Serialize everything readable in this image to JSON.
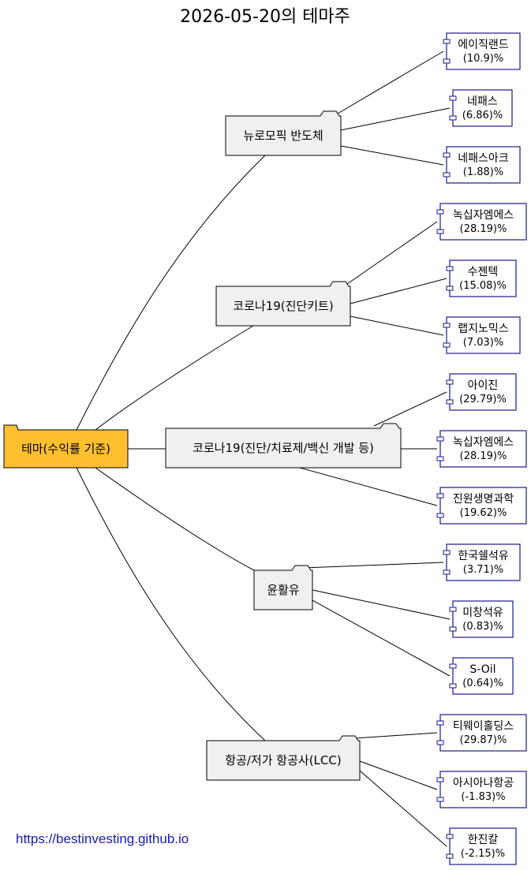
{
  "title": "2026-05-20의 테마주",
  "root": {
    "label": "테마(수익률 기준)",
    "color": "#ffbf2e"
  },
  "footer_link": "https://bestinvesting.github.io",
  "colors": {
    "folder_fill": "#f0f0f0",
    "leaf_border": "#1a1a8c"
  },
  "themes": [
    {
      "label": "뉴로모픽 반도체",
      "stocks": [
        {
          "name": "에이직랜드",
          "ret": "(10.9)%"
        },
        {
          "name": "네패스",
          "ret": "(6.86)%"
        },
        {
          "name": "네패스아크",
          "ret": "(1.88)%"
        }
      ]
    },
    {
      "label": "코로나19(진단키트)",
      "stocks": [
        {
          "name": "녹십자엠에스",
          "ret": "(28.19)%"
        },
        {
          "name": "수젠텍",
          "ret": "(15.08)%"
        },
        {
          "name": "랩지노믹스",
          "ret": "(7.03)%"
        }
      ]
    },
    {
      "label": "코로나19(진단/치료제/백신 개발 등)",
      "stocks": [
        {
          "name": "아이진",
          "ret": "(29.79)%"
        },
        {
          "name": "녹십자엠에스",
          "ret": "(28.19)%"
        },
        {
          "name": "진원생명과학",
          "ret": "(19.62)%"
        }
      ]
    },
    {
      "label": "윤활유",
      "stocks": [
        {
          "name": "한국쉘석유",
          "ret": "(3.71)%"
        },
        {
          "name": "미창석유",
          "ret": "(0.83)%"
        },
        {
          "name": "S-Oil",
          "ret": "(0.64)%"
        }
      ]
    },
    {
      "label": "항공/저가 항공사(LCC)",
      "stocks": [
        {
          "name": "티웨이홀딩스",
          "ret": "(29.87)%"
        },
        {
          "name": "아시아나항공",
          "ret": "(-1.83)%"
        },
        {
          "name": "한진칼",
          "ret": "(-2.15)%"
        }
      ]
    }
  ]
}
